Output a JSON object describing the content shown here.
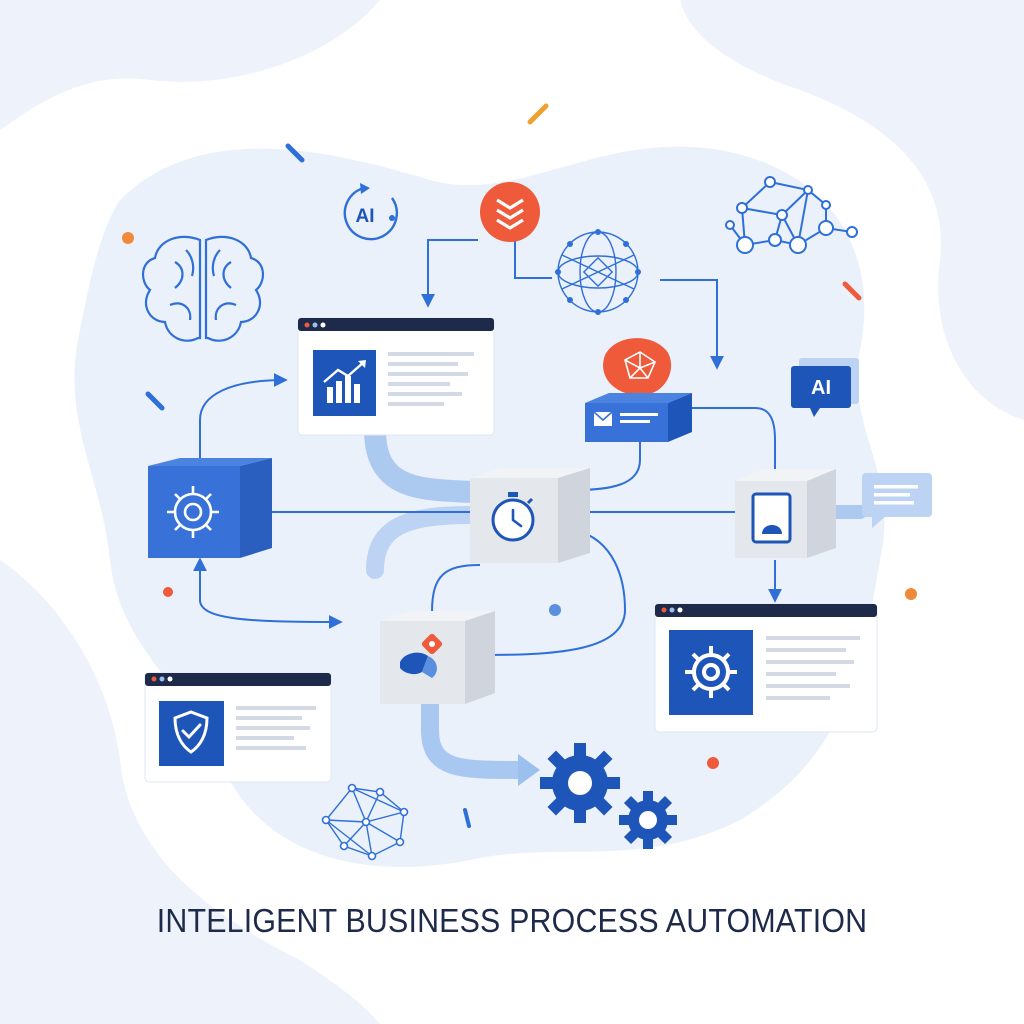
{
  "diagram": {
    "title": "INTELIGENT BUSINESS PROCESS AUTOMATION",
    "ai_badge_label": "AI",
    "ai_bubble_label": "AI"
  },
  "colors": {
    "primary_blue": "#2f6fd8",
    "dark_blue": "#1e55b8",
    "light_blue": "#9cc0ee",
    "accent_orange": "#ee5a3a",
    "background_blob": "#eaf1fb",
    "text": "#1e2a4a"
  },
  "icons": [
    "brain-icon",
    "ai-cycle-icon",
    "chevron-stack-icon",
    "network-globe-icon",
    "network-graph-icon",
    "bar-chart-icon",
    "gear-icon",
    "stopwatch-icon",
    "mail-icon",
    "tablet-icon",
    "chat-icon",
    "puzzle-icon",
    "shield-check-icon",
    "gears-icon",
    "mesh-network-icon"
  ]
}
